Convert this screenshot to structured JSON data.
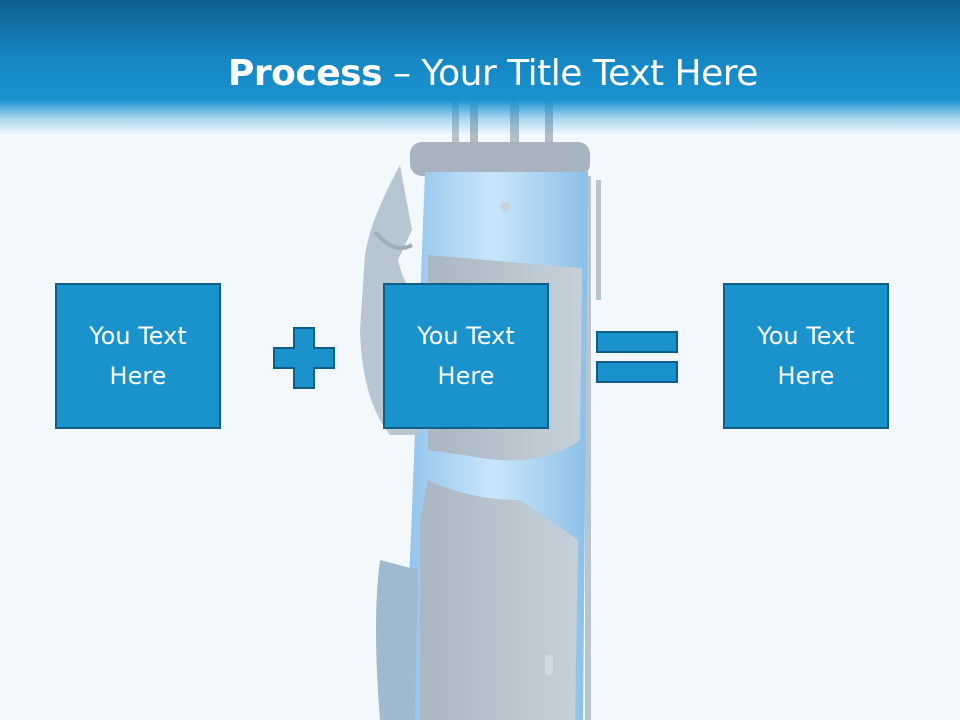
{
  "title": {
    "bold": "Process",
    "rest": " – Your Title Text Here"
  },
  "boxes": [
    {
      "text": "You Text Here"
    },
    {
      "text": "You Text Here"
    },
    {
      "text": "You Text Here"
    }
  ],
  "colors": {
    "header_dark": "#0f5f8e",
    "header_light": "#1a93d0",
    "box_fill": "#1a93cd",
    "box_border": "#0e5e87",
    "background": "#f3f8fc"
  },
  "symbols": [
    "plus-icon",
    "equals-icon"
  ]
}
